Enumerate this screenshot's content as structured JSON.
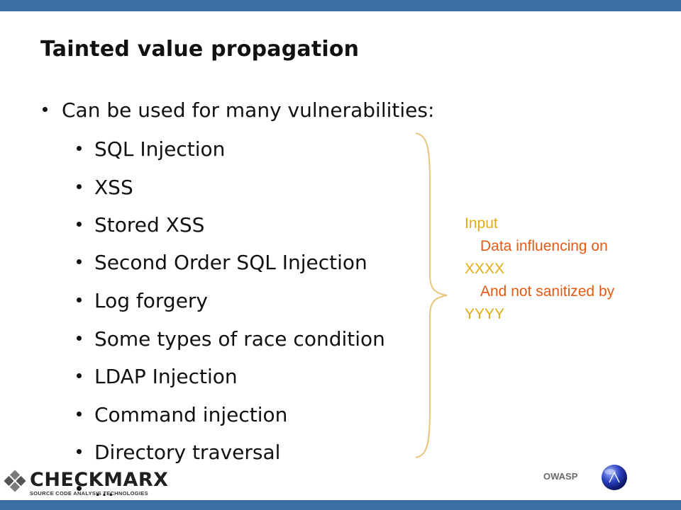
{
  "slide": {
    "title": "Tainted value propagation",
    "main_bullet": "Can be used for many vulnerabilities:",
    "sub_bullets": [
      "SQL Injection",
      "XSS",
      "Stored XSS",
      "Second Order SQL Injection",
      "Log forgery",
      "Some types of race condition",
      "LDAP Injection",
      "Command injection",
      "Directory traversal",
      "…"
    ]
  },
  "annotation": {
    "lines": [
      "Input",
      "Data influencing on",
      "XXXX",
      "And not sanitized by",
      "YYYY"
    ],
    "colors": {
      "yellow": "#e2ac12",
      "orange": "#e55a12"
    }
  },
  "footer": {
    "logo_name": "CHECKMARX",
    "logo_tagline": "SOURCE CODE ANALYSIS TECHNOLOGIES",
    "owasp_label": "OWASP",
    "logo_icon": "checkmarx-diamond-icon",
    "owasp_icon": "owasp-globe-icon"
  },
  "theme": {
    "bar_color": "#3a6ea5"
  }
}
